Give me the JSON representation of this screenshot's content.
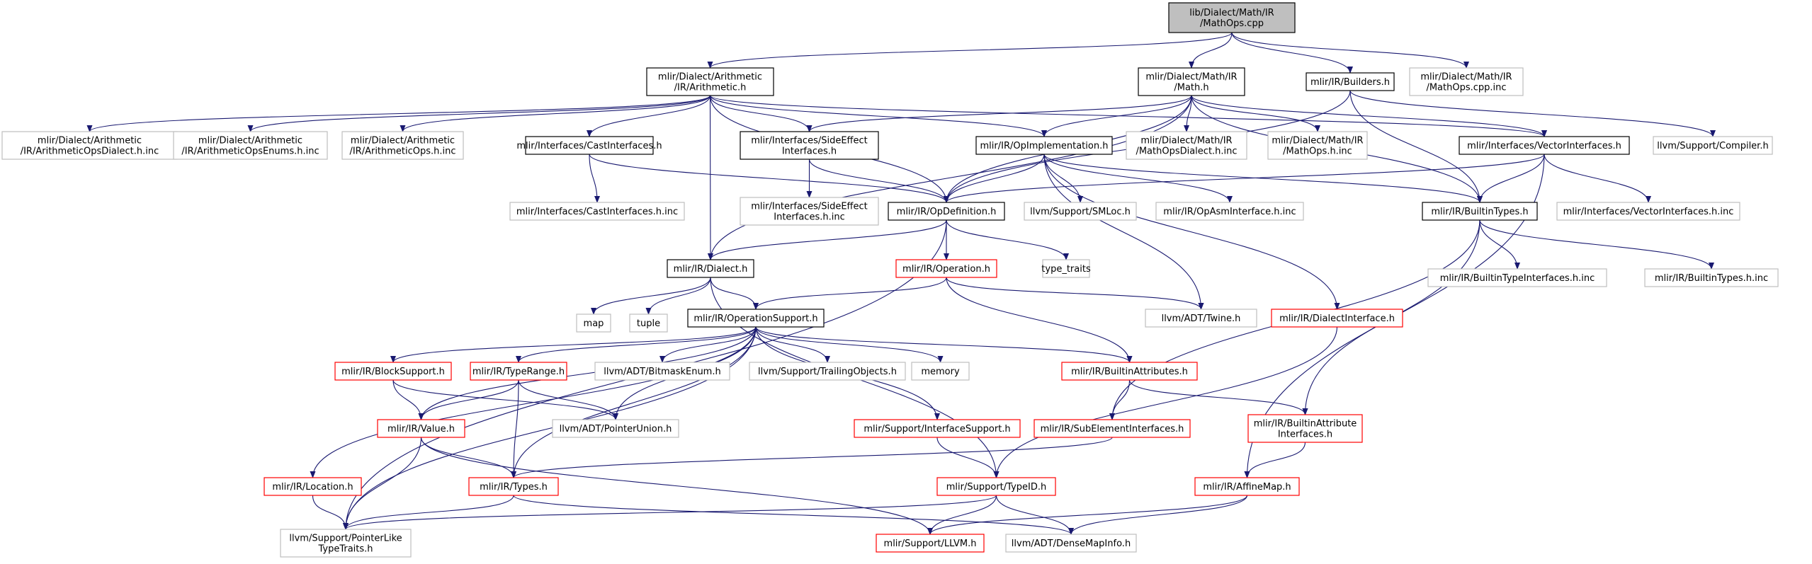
{
  "title": "lib/Dialect/Math/IR/MathOps.cpp",
  "colors": {
    "root_fill": "#bfbfbf",
    "border_default": "#000000",
    "border_external": "#bfbfbf",
    "border_red": "#ff0000",
    "edge": "#191970",
    "text": "#000000",
    "background": "#ffffff"
  },
  "nodes": [
    {
      "id": "root",
      "lines": [
        "lib/Dialect/Math/IR",
        "/MathOps.cpp"
      ],
      "style": "root"
    },
    {
      "id": "arith",
      "lines": [
        "mlir/Dialect/Arithmetic",
        "/IR/Arithmetic.h"
      ],
      "style": "default"
    },
    {
      "id": "math",
      "lines": [
        "mlir/Dialect/Math/IR",
        "/Math.h"
      ],
      "style": "default"
    },
    {
      "id": "builders",
      "lines": [
        "mlir/IR/Builders.h"
      ],
      "style": "default"
    },
    {
      "id": "mathopscppinc",
      "lines": [
        "mlir/Dialect/Math/IR",
        "/MathOps.cpp.inc"
      ],
      "style": "external"
    },
    {
      "id": "arithdialectinc",
      "lines": [
        "mlir/Dialect/Arithmetic",
        "/IR/ArithmeticOpsDialect.h.inc"
      ],
      "style": "external"
    },
    {
      "id": "arithenumsinc",
      "lines": [
        "mlir/Dialect/Arithmetic",
        "/IR/ArithmeticOpsEnums.h.inc"
      ],
      "style": "external"
    },
    {
      "id": "arithopsinc",
      "lines": [
        "mlir/Dialect/Arithmetic",
        "/IR/ArithmeticOps.h.inc"
      ],
      "style": "external"
    },
    {
      "id": "castif",
      "lines": [
        "mlir/Interfaces/CastInterfaces.h"
      ],
      "style": "default"
    },
    {
      "id": "sideeffect",
      "lines": [
        "mlir/Interfaces/SideEffect",
        "Interfaces.h"
      ],
      "style": "default"
    },
    {
      "id": "opimpl",
      "lines": [
        "mlir/IR/OpImplementation.h"
      ],
      "style": "default"
    },
    {
      "id": "mathdialectinc",
      "lines": [
        "mlir/Dialect/Math/IR",
        "/MathOpsDialect.h.inc"
      ],
      "style": "external"
    },
    {
      "id": "mathopsinc",
      "lines": [
        "mlir/Dialect/Math/IR",
        "/MathOps.h.inc"
      ],
      "style": "external"
    },
    {
      "id": "vectorif",
      "lines": [
        "mlir/Interfaces/VectorInterfaces.h"
      ],
      "style": "default"
    },
    {
      "id": "compiler",
      "lines": [
        "llvm/Support/Compiler.h"
      ],
      "style": "external"
    },
    {
      "id": "castifinc",
      "lines": [
        "mlir/Interfaces/CastInterfaces.h.inc"
      ],
      "style": "external"
    },
    {
      "id": "sideeffectinc",
      "lines": [
        "mlir/Interfaces/SideEffect",
        "Interfaces.h.inc"
      ],
      "style": "external"
    },
    {
      "id": "opdef",
      "lines": [
        "mlir/IR/OpDefinition.h"
      ],
      "style": "default"
    },
    {
      "id": "smloc",
      "lines": [
        "llvm/Support/SMLoc.h"
      ],
      "style": "external"
    },
    {
      "id": "opasminc",
      "lines": [
        "mlir/IR/OpAsmInterface.h.inc"
      ],
      "style": "external"
    },
    {
      "id": "builtintypes",
      "lines": [
        "mlir/IR/BuiltinTypes.h"
      ],
      "style": "default"
    },
    {
      "id": "vectorifinc",
      "lines": [
        "mlir/Interfaces/VectorInterfaces.h.inc"
      ],
      "style": "external"
    },
    {
      "id": "dialect",
      "lines": [
        "mlir/IR/Dialect.h"
      ],
      "style": "default"
    },
    {
      "id": "operation",
      "lines": [
        "mlir/IR/Operation.h"
      ],
      "style": "red"
    },
    {
      "id": "typetraits",
      "lines": [
        "type_traits"
      ],
      "style": "external"
    },
    {
      "id": "builtintypeifinc",
      "lines": [
        "mlir/IR/BuiltinTypeInterfaces.h.inc"
      ],
      "style": "external"
    },
    {
      "id": "builtintypesinc",
      "lines": [
        "mlir/IR/BuiltinTypes.h.inc"
      ],
      "style": "external"
    },
    {
      "id": "map",
      "lines": [
        "map"
      ],
      "style": "external"
    },
    {
      "id": "tuple",
      "lines": [
        "tuple"
      ],
      "style": "external"
    },
    {
      "id": "opsupport",
      "lines": [
        "mlir/IR/OperationSupport.h"
      ],
      "style": "default"
    },
    {
      "id": "twine",
      "lines": [
        "llvm/ADT/Twine.h"
      ],
      "style": "external"
    },
    {
      "id": "dialectif",
      "lines": [
        "mlir/IR/DialectInterface.h"
      ],
      "style": "red"
    },
    {
      "id": "blocksupport",
      "lines": [
        "mlir/IR/BlockSupport.h"
      ],
      "style": "red"
    },
    {
      "id": "typerange",
      "lines": [
        "mlir/IR/TypeRange.h"
      ],
      "style": "red"
    },
    {
      "id": "bitmask",
      "lines": [
        "llvm/ADT/BitmaskEnum.h"
      ],
      "style": "external"
    },
    {
      "id": "trailing",
      "lines": [
        "llvm/Support/TrailingObjects.h"
      ],
      "style": "external"
    },
    {
      "id": "memory",
      "lines": [
        "memory"
      ],
      "style": "external"
    },
    {
      "id": "builtinattrs",
      "lines": [
        "mlir/IR/BuiltinAttributes.h"
      ],
      "style": "red"
    },
    {
      "id": "value",
      "lines": [
        "mlir/IR/Value.h"
      ],
      "style": "red"
    },
    {
      "id": "ptrunion",
      "lines": [
        "llvm/ADT/PointerUnion.h"
      ],
      "style": "external"
    },
    {
      "id": "ifsupport",
      "lines": [
        "mlir/Support/InterfaceSupport.h"
      ],
      "style": "red"
    },
    {
      "id": "subelem",
      "lines": [
        "mlir/IR/SubElementInterfaces.h"
      ],
      "style": "red"
    },
    {
      "id": "builtinattrif",
      "lines": [
        "mlir/IR/BuiltinAttribute",
        "Interfaces.h"
      ],
      "style": "red"
    },
    {
      "id": "location",
      "lines": [
        "mlir/IR/Location.h"
      ],
      "style": "red"
    },
    {
      "id": "types",
      "lines": [
        "mlir/IR/Types.h"
      ],
      "style": "red"
    },
    {
      "id": "typeid",
      "lines": [
        "mlir/Support/TypeID.h"
      ],
      "style": "red"
    },
    {
      "id": "affinemap",
      "lines": [
        "mlir/IR/AffineMap.h"
      ],
      "style": "red"
    },
    {
      "id": "ptrlike",
      "lines": [
        "llvm/Support/PointerLike",
        "TypeTraits.h"
      ],
      "style": "external"
    },
    {
      "id": "llvmh",
      "lines": [
        "mlir/Support/LLVM.h"
      ],
      "style": "red"
    },
    {
      "id": "densemapinfo",
      "lines": [
        "llvm/ADT/DenseMapInfo.h"
      ],
      "style": "external"
    }
  ],
  "edges": [
    [
      "root",
      "arith"
    ],
    [
      "root",
      "math"
    ],
    [
      "root",
      "builders"
    ],
    [
      "root",
      "mathopscppinc"
    ],
    [
      "arith",
      "arithdialectinc"
    ],
    [
      "arith",
      "arithenumsinc"
    ],
    [
      "arith",
      "arithopsinc"
    ],
    [
      "arith",
      "castif"
    ],
    [
      "arith",
      "sideeffect"
    ],
    [
      "arith",
      "opimpl"
    ],
    [
      "arith",
      "vectorif"
    ],
    [
      "arith",
      "opdef"
    ],
    [
      "arith",
      "dialect"
    ],
    [
      "math",
      "sideeffect"
    ],
    [
      "math",
      "opimpl"
    ],
    [
      "math",
      "mathdialectinc"
    ],
    [
      "math",
      "mathopsinc"
    ],
    [
      "math",
      "vectorif"
    ],
    [
      "math",
      "opdef"
    ],
    [
      "math",
      "builtintypes"
    ],
    [
      "math",
      "dialect"
    ],
    [
      "builders",
      "compiler"
    ],
    [
      "builders",
      "opdef"
    ],
    [
      "builders",
      "builtintypes"
    ],
    [
      "castif",
      "castifinc"
    ],
    [
      "castif",
      "opdef"
    ],
    [
      "sideeffect",
      "sideeffectinc"
    ],
    [
      "sideeffect",
      "opdef"
    ],
    [
      "opimpl",
      "opdef"
    ],
    [
      "opimpl",
      "smloc"
    ],
    [
      "opimpl",
      "opasminc"
    ],
    [
      "opimpl",
      "builtintypes"
    ],
    [
      "opimpl",
      "twine"
    ],
    [
      "opimpl",
      "dialectif"
    ],
    [
      "vectorif",
      "opdef"
    ],
    [
      "vectorif",
      "builtintypes"
    ],
    [
      "vectorif",
      "vectorifinc"
    ],
    [
      "vectorif",
      "affinemap"
    ],
    [
      "opdef",
      "dialect"
    ],
    [
      "opdef",
      "operation"
    ],
    [
      "opdef",
      "typetraits"
    ],
    [
      "opdef",
      "ptrlike"
    ],
    [
      "builtintypes",
      "builtintypeifinc"
    ],
    [
      "builtintypes",
      "builtintypesinc"
    ],
    [
      "builtintypes",
      "subelem"
    ],
    [
      "builtintypes",
      "builtinattrif"
    ],
    [
      "dialect",
      "map"
    ],
    [
      "dialect",
      "tuple"
    ],
    [
      "dialect",
      "opsupport"
    ],
    [
      "dialect",
      "typeid"
    ],
    [
      "operation",
      "opsupport"
    ],
    [
      "operation",
      "twine"
    ],
    [
      "operation",
      "builtinattrs"
    ],
    [
      "opsupport",
      "blocksupport"
    ],
    [
      "opsupport",
      "typerange"
    ],
    [
      "opsupport",
      "bitmask"
    ],
    [
      "opsupport",
      "trailing"
    ],
    [
      "opsupport",
      "memory"
    ],
    [
      "opsupport",
      "builtinattrs"
    ],
    [
      "opsupport",
      "value"
    ],
    [
      "opsupport",
      "ptrunion"
    ],
    [
      "opsupport",
      "ifsupport"
    ],
    [
      "opsupport",
      "location"
    ],
    [
      "opsupport",
      "types"
    ],
    [
      "opsupport",
      "ptrlike"
    ],
    [
      "dialectif",
      "typeid"
    ],
    [
      "blocksupport",
      "value"
    ],
    [
      "blocksupport",
      "ptrunion"
    ],
    [
      "typerange",
      "value"
    ],
    [
      "typerange",
      "ptrunion"
    ],
    [
      "typerange",
      "types"
    ],
    [
      "builtinattrs",
      "subelem"
    ],
    [
      "builtinattrs",
      "builtinattrif"
    ],
    [
      "value",
      "types"
    ],
    [
      "value",
      "ptrlike"
    ],
    [
      "value",
      "llvmh"
    ],
    [
      "ifsupport",
      "typeid"
    ],
    [
      "subelem",
      "types"
    ],
    [
      "builtinattrif",
      "affinemap"
    ],
    [
      "location",
      "ptrlike"
    ],
    [
      "types",
      "ptrlike"
    ],
    [
      "types",
      "densemapinfo"
    ],
    [
      "typeid",
      "ptrlike"
    ],
    [
      "typeid",
      "llvmh"
    ],
    [
      "typeid",
      "densemapinfo"
    ],
    [
      "affinemap",
      "llvmh"
    ],
    [
      "affinemap",
      "densemapinfo"
    ]
  ]
}
